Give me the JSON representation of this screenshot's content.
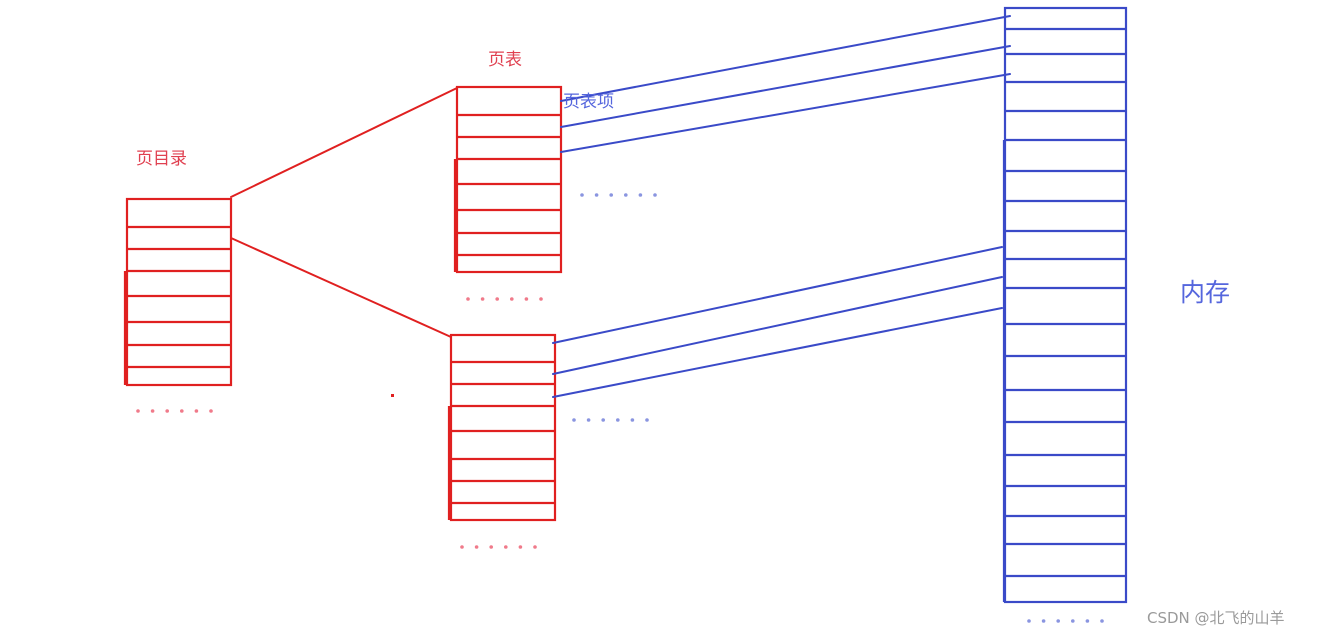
{
  "labels": {
    "page_directory": "页目录",
    "page_table": "页表",
    "page_table_entry": "页表项",
    "memory": "内存",
    "watermark": "CSDN @北飞的山羊"
  },
  "colors": {
    "red": "#e02020",
    "blue": "#3a4ac8",
    "red_text": "#e04050",
    "blue_text": "#5566dd",
    "red_dots": "#f07a8a",
    "blue_dots": "#8a95e0"
  }
}
